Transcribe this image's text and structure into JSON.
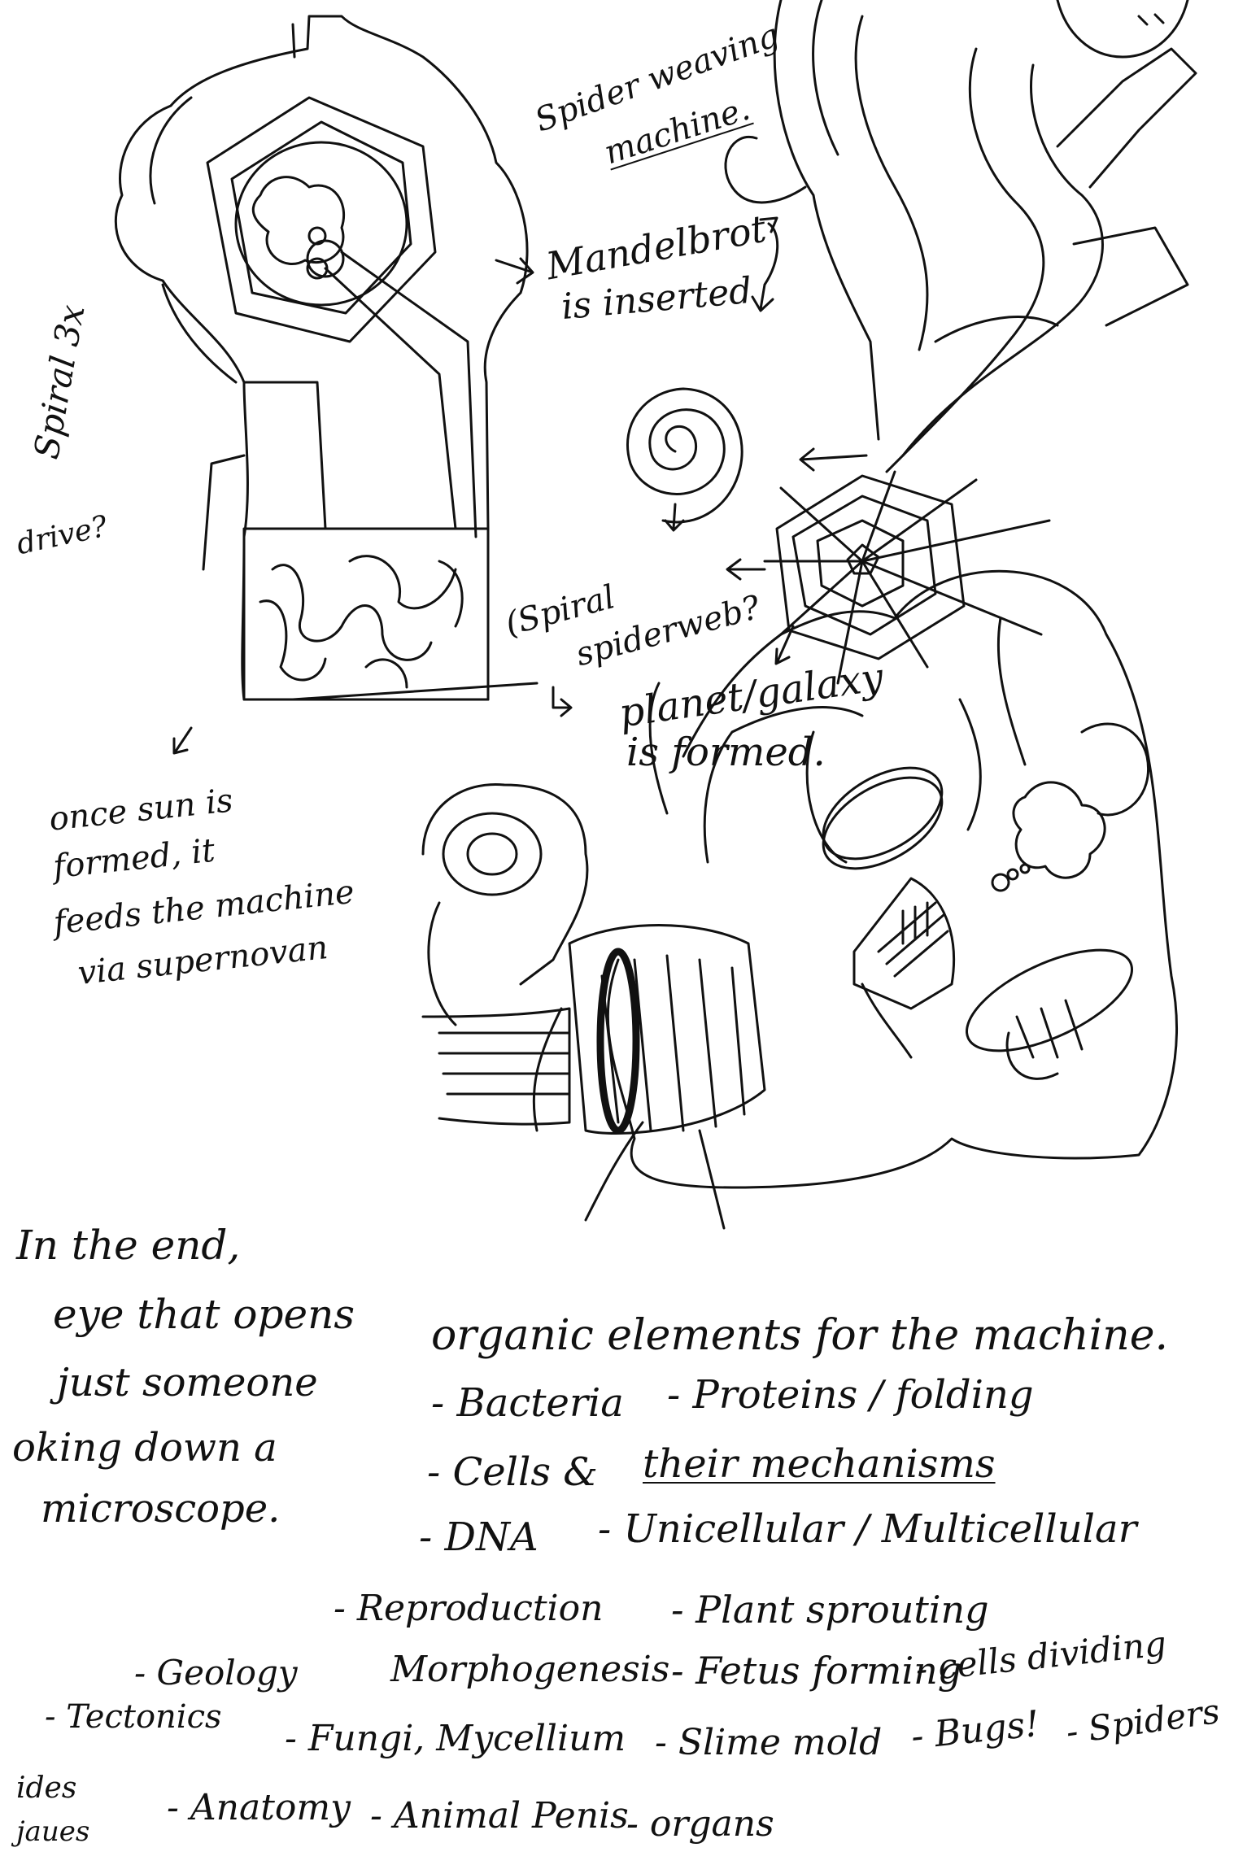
{
  "notes": {
    "spider_machine_1": "Spider weaving",
    "spider_machine_2": "machine.",
    "mandelbrot_1": "Mandelbrot",
    "mandelbrot_2": "is inserted",
    "spiral_left_1": "Spiral 3x",
    "spiral_left_2": "drive?",
    "spiderweb_1": "(Spiral",
    "spiderweb_2": "spiderweb?",
    "planet_1": "planet/galaxy",
    "planet_2": "is formed.",
    "sun_1": "once sun is",
    "sun_2": "formed, it",
    "sun_3": "feeds the machine",
    "sun_4": "via supernovan",
    "end_1": "In the end,",
    "end_2": "eye that opens",
    "end_3": "just someone",
    "end_4": "oking down a",
    "end_5": "microscope.",
    "organic_title": "organic elements for the machine.",
    "list": {
      "bacteria": "- Bacteria",
      "proteins": "- Proteins / folding",
      "cells": "- Cells &",
      "mechanisms": "their mechanisms",
      "dna": "- DNA",
      "unicellular": "- Unicellular / Multicellular",
      "reproduction": "- Reproduction",
      "plant": "- Plant sprouting",
      "geology": "- Geology",
      "morphogenesis": "Morphogenesis",
      "fetus": "- Fetus forming",
      "cells_dividing": "- cells dividing",
      "tectonics": "- Tectonics",
      "fungi": "- Fungi, Mycellium",
      "slime": "- Slime mold",
      "bugs": "- Bugs!",
      "spiders": "- Spiders",
      "ides": "ides",
      "aues": "jaues",
      "anatomy": "- Anatomy",
      "animal_penis": "- Animal Penis",
      "organs": "- organs"
    }
  }
}
